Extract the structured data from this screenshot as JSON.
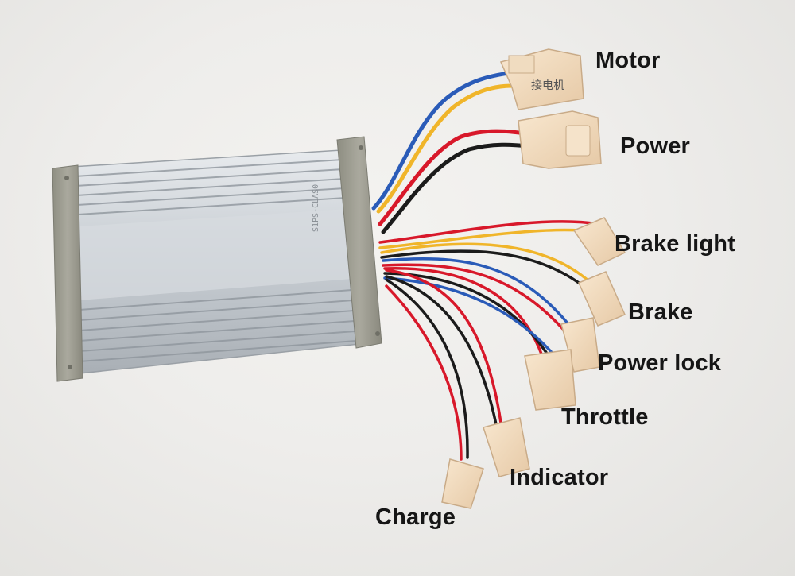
{
  "labels": {
    "motor": "Motor",
    "power": "Power",
    "brake_light": "Brake light",
    "brake": "Brake",
    "power_lock": "Power lock",
    "throttle": "Throttle",
    "indicator": "Indicator",
    "charge": "Charge"
  },
  "connector_text": {
    "motor": "接电机"
  },
  "colors": {
    "background": "#efeeec",
    "housing": "#c8ccd0",
    "end_cap": "#9c9c90",
    "connector": "#f3dcbf",
    "wire_red": "#d8182a",
    "wire_black": "#1b1b1b",
    "wire_yellow": "#f0b52a",
    "wire_blue": "#2a5bb8",
    "label_text": "#161616"
  }
}
